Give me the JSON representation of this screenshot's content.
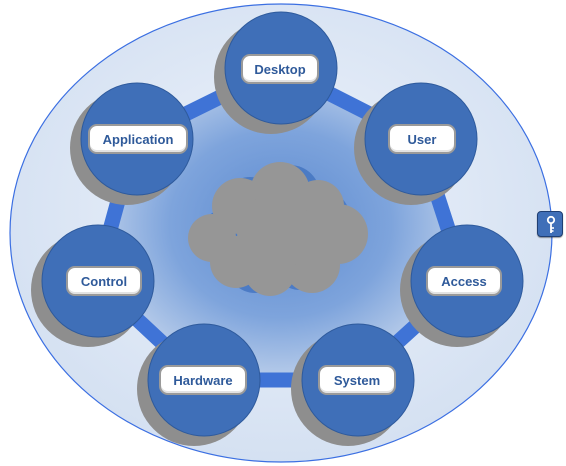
{
  "nodes": [
    {
      "label": "Desktop"
    },
    {
      "label": "User"
    },
    {
      "label": "Access"
    },
    {
      "label": "System"
    },
    {
      "label": "Hardware"
    },
    {
      "label": "Control"
    },
    {
      "label": "Application"
    }
  ],
  "key_icon": "key-icon",
  "colors": {
    "outer_fill": "#d6e2f3",
    "outer_stroke": "#3b6fe2",
    "ring": "#3f73d6",
    "node_fill": "#3f6fb8",
    "node_shadow": "#8e8e8e",
    "cloud": "#969696",
    "cloud_back": "#4a7ac4",
    "label_text": "#2f5a9a"
  }
}
